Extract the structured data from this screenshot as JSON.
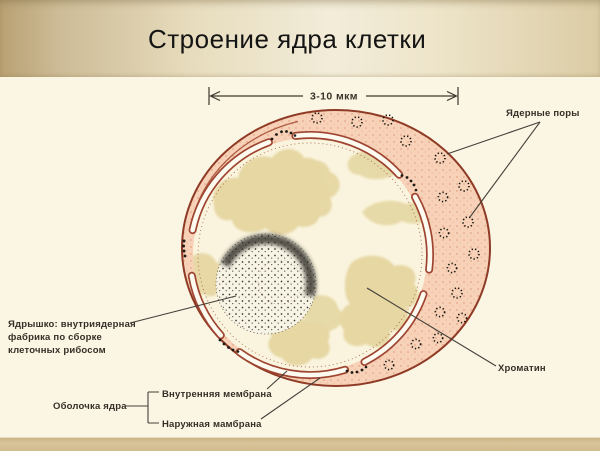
{
  "header": {
    "title": "Строение ядра клетки"
  },
  "diagram": {
    "scale_label": "3-10 мкм",
    "labels": {
      "nuclear_pores": "Ядерные поры",
      "chromatin": "Хроматин",
      "nucleolus_lines": [
        "Ядрышко: внутриядерная",
        "фабрика по сборке",
        "клеточных рибосом"
      ],
      "envelope": "Оболочка ядра",
      "inner_membrane": "Внутренняя мембрана",
      "outer_membrane": "Наружная мамбрана"
    },
    "colors": {
      "header_gradient_left": "#b9a173",
      "header_gradient_mid": "#f2ecd9",
      "slide_background": "#fbf6e4",
      "footer_tan": "#d2bc8d",
      "ring_fill_pink": "#f7d2b8",
      "envelope_red": "#8e3a25",
      "membrane_red": "#9e4430",
      "membrane_white": "#fdfaf0",
      "nucleoplasm_cream": "#faf4de",
      "chromatin_tan": "#e6d7a3",
      "label_ink": "#342e26"
    }
  }
}
